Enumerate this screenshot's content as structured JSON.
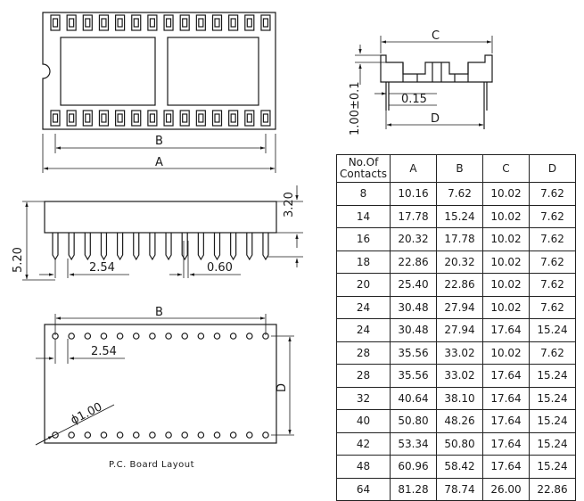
{
  "top_view": {
    "dim_b": "B",
    "dim_a": "A"
  },
  "side_view": {
    "height_label": "3.20",
    "lead_length": "5.20",
    "pitch": "2.54",
    "lead_width": "0.60"
  },
  "pcb_layout": {
    "dim_b": "B",
    "dim_d": "D",
    "pitch": "2.54",
    "hole_diameter": "ϕ1.00",
    "caption": "P.C. Board Layout"
  },
  "end_view": {
    "dim_c": "C",
    "dim_d": "D",
    "clearance": "0.15",
    "offset": "1.00±0.1"
  },
  "table": {
    "headers": [
      "No.Of\nContacts",
      "A",
      "B",
      "C",
      "D"
    ],
    "rows": [
      [
        "8",
        "10.16",
        "7.62",
        "10.02",
        "7.62"
      ],
      [
        "14",
        "17.78",
        "15.24",
        "10.02",
        "7.62"
      ],
      [
        "16",
        "20.32",
        "17.78",
        "10.02",
        "7.62"
      ],
      [
        "18",
        "22.86",
        "20.32",
        "10.02",
        "7.62"
      ],
      [
        "20",
        "25.40",
        "22.86",
        "10.02",
        "7.62"
      ],
      [
        "24",
        "30.48",
        "27.94",
        "10.02",
        "7.62"
      ],
      [
        "24",
        "30.48",
        "27.94",
        "17.64",
        "15.24"
      ],
      [
        "28",
        "35.56",
        "33.02",
        "10.02",
        "7.62"
      ],
      [
        "28",
        "35.56",
        "33.02",
        "17.64",
        "15.24"
      ],
      [
        "32",
        "40.64",
        "38.10",
        "17.64",
        "15.24"
      ],
      [
        "40",
        "50.80",
        "48.26",
        "17.64",
        "15.24"
      ],
      [
        "42",
        "53.34",
        "50.80",
        "17.64",
        "15.24"
      ],
      [
        "48",
        "60.96",
        "58.42",
        "17.64",
        "15.24"
      ],
      [
        "64",
        "81.28",
        "78.74",
        "26.00",
        "22.86"
      ]
    ]
  }
}
